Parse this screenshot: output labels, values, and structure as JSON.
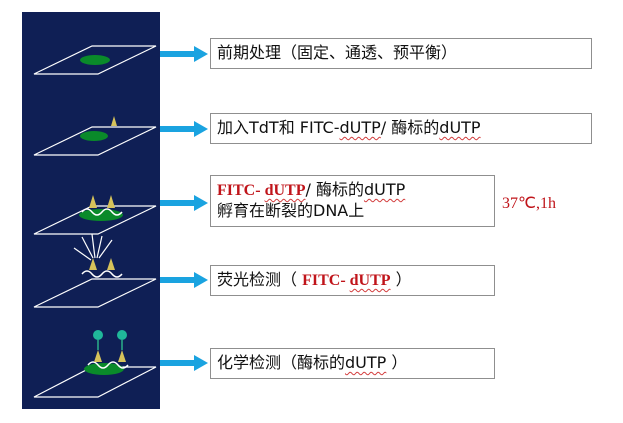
{
  "steps": [
    {
      "text": "前期处理（固定、通透、预平衡）"
    },
    {
      "prefix": "加入TdT和 FITC-",
      "mid": "dUTP",
      "rest": "/ 酶标的",
      "tail": "dUTP"
    },
    {
      "line1_red": "FITC- ",
      "line1_red_sq": "dUTP",
      "line1_rest": "/ 酶标的",
      "line1_tail": "dUTP",
      "line2": "孵育在断裂的DNA上"
    },
    {
      "prefix": "荧光检测（ ",
      "red": "FITC- ",
      "red_sq": "dUTP",
      "suffix": " ）"
    },
    {
      "prefix": "化学检测（酶标的",
      "sq": "dUTP",
      "suffix": " ）"
    }
  ],
  "side_note": "37℃,1h",
  "colors": {
    "panel": "#0f1f55",
    "arrow": "#1aa3e0",
    "red": "#c0141a",
    "cell": "#0a8a2a"
  }
}
